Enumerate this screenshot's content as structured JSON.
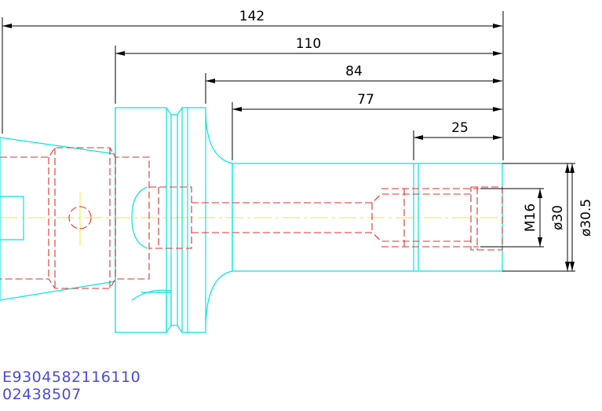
{
  "dimensions": {
    "overall_length": "142",
    "length_110": "110",
    "length_84": "84",
    "length_77": "77",
    "length_25": "25",
    "thread": "M16",
    "diameter_30": "ø30",
    "diameter_30_5": "ø30.5"
  },
  "part_codes": {
    "code_1": "E9304582116110",
    "code_2": "02438507"
  },
  "colors": {
    "outline": "#00e5e5",
    "hidden": "#e03030",
    "centerline": "#e8e840",
    "dimension": "#000000",
    "code_text": "#4a4ae0"
  }
}
